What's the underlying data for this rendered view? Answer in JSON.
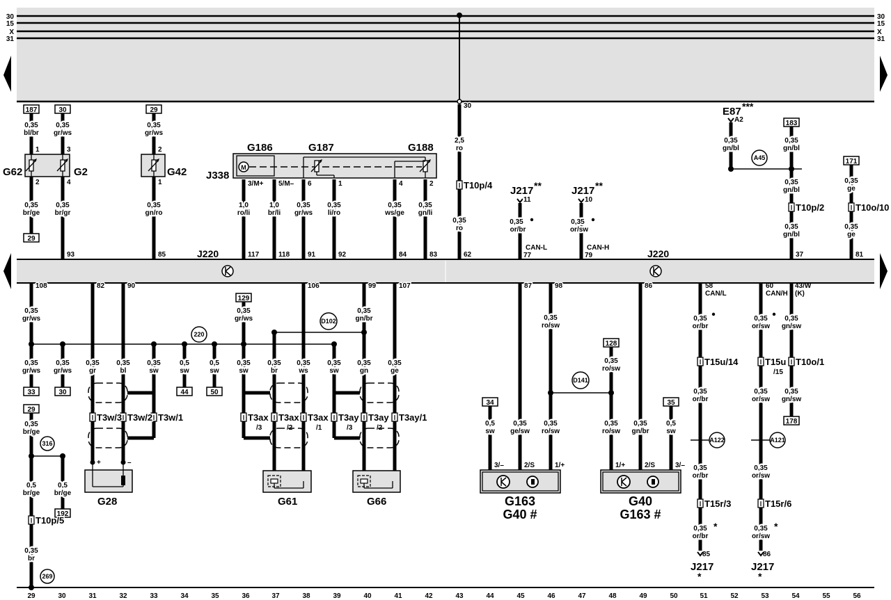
{
  "diagram": {
    "bus_terminals": [
      "30",
      "15",
      "X",
      "31"
    ],
    "column_numbers": [
      "29",
      "30",
      "31",
      "32",
      "33",
      "34",
      "35",
      "36",
      "37",
      "38",
      "39",
      "40",
      "41",
      "42",
      "43",
      "44",
      "45",
      "46",
      "47",
      "48",
      "49",
      "50",
      "51",
      "52",
      "53",
      "54",
      "55",
      "56"
    ],
    "control_unit": "J220",
    "colors": {
      "wire": "#000000",
      "panel": "#e1e1e1",
      "background": "#ffffff"
    }
  },
  "components": {
    "G62": "G62",
    "G2": "G2",
    "G42": "G42",
    "J338": "J338",
    "G186": "G186",
    "G187": "G187",
    "G188": "G188",
    "motor": "M",
    "E87": "E87",
    "E87_note": "***",
    "J217_a": "J217",
    "J217_a_note": "**",
    "J217_b": "J217",
    "J217_b_note": "**",
    "G28": "G28",
    "G61": "G61",
    "G66": "G66",
    "G163": "G163",
    "G163_alt": "G40 #",
    "G40": "G40",
    "G40_alt": "G163 #",
    "J217_c": "J217",
    "J217_c_note": "*",
    "J217_d": "J217",
    "J217_d_note": "*"
  },
  "top": {
    "c29": {
      "ref": "187",
      "size": "0,35",
      "color": "bl/br",
      "pin1": "1",
      "pin2": "2",
      "size2": "0,35",
      "color2": "br/ge",
      "ref2": "29"
    },
    "c30": {
      "ref": "30",
      "size": "0,35",
      "color": "gr/ws",
      "pin1": "3",
      "pin2": "4",
      "size2": "0,35",
      "color2": "br/gr",
      "pin3": "93"
    },
    "c33": {
      "ref": "29",
      "size": "0,35",
      "color": "gr/ws",
      "pin1": "2",
      "pin2": "1",
      "size2": "0,35",
      "color2": "gn/ro",
      "pin3": "85"
    },
    "c36": {
      "pin1": "3/M+",
      "size": "1,0",
      "color": "ro/li",
      "pin3": "117"
    },
    "c37": {
      "pin1": "5/M–",
      "size": "1,0",
      "color": "br/li",
      "pin3": "118"
    },
    "c38": {
      "pin1": "6",
      "size": "0,35",
      "color": "gr/ws",
      "pin3": "91"
    },
    "c39": {
      "pin1": "1",
      "size": "0,35",
      "color": "li/ro",
      "pin3": "92"
    },
    "c41": {
      "pin1": "4",
      "size": "0,35",
      "color": "ws/ge",
      "pin3": "84"
    },
    "c42": {
      "pin1": "2",
      "size": "0,35",
      "color": "gn/li",
      "pin3": "83"
    },
    "c43": {
      "pin1": "30",
      "size": "2,5",
      "color": "ro",
      "conn": "T10p/4",
      "size2": "0,35",
      "color2": "ro",
      "pin3": "62"
    },
    "c45": {
      "pin1": "11",
      "size": "0,35",
      "color": "or/br",
      "signal": "CAN-L",
      "pin3": "77"
    },
    "c47": {
      "pin1": "10",
      "size": "0,35",
      "color": "or/sw",
      "signal": "CAN-H",
      "pin3": "79"
    },
    "c51": {
      "pin1": "A2",
      "size": "0,35",
      "color": "gn/bl"
    },
    "splice_a45": "A45",
    "c54": {
      "ref": "183",
      "size": "0,35",
      "color": "gn/bl",
      "size2": "0,35",
      "color2": "gn/bl",
      "conn": "T10p/2",
      "size3": "0,35",
      "color3": "gn/bl",
      "pin3": "37"
    },
    "c56": {
      "ref": "171",
      "size": "0,35",
      "color": "ge",
      "conn": "T10o/10",
      "size2": "0,35",
      "color2": "ge",
      "pin3": "81"
    }
  },
  "bottom": {
    "c29": {
      "pin": "108",
      "size": "0,35",
      "color": "gr/ws",
      "size2": "0,35",
      "color2": "gr/ws",
      "ref": "33",
      "ref2": "29",
      "size3": "0,35",
      "color3": "br/ge",
      "splice": "316",
      "size4": "0,5",
      "color4": "br/ge",
      "conn": "T10p/5",
      "size5": "0,35",
      "color5": "br",
      "ground": "269"
    },
    "c30": {
      "size": "0,35",
      "color": "gr/ws",
      "ref": "30",
      "size2": "0,5",
      "color2": "br/ge",
      "ref2": "192"
    },
    "c31": {
      "pin": "82",
      "size": "0,35",
      "color": "gr",
      "conn": "T3w/3",
      "term": "+"
    },
    "c32": {
      "pin": "90",
      "size": "0,35",
      "color": "bl",
      "conn": "T3w/2",
      "term": "–"
    },
    "c33": {
      "size": "0,35",
      "color": "sw",
      "conn": "T3w/1"
    },
    "c34": {
      "size": "0,5",
      "color": "sw",
      "ref": "44"
    },
    "c35": {
      "size": "0,5",
      "color": "sw",
      "ref": "50"
    },
    "splice_220": "220",
    "c36": {
      "ref": "129",
      "size": "0,35",
      "color": "gr/ws",
      "size2": "0,35",
      "color2": "sw",
      "conn": "T3ax",
      "conn_pin": "/3"
    },
    "c37": {
      "size": "0,35",
      "color": "br",
      "conn": "T3ax",
      "conn_pin": "/2"
    },
    "c38": {
      "pin": "106",
      "size": "0,35",
      "color": "ws",
      "conn": "T3ax",
      "conn_pin": "/1"
    },
    "c39": {
      "size": "0,35",
      "color": "sw",
      "conn": "T3ay",
      "conn_pin": "/3"
    },
    "c40": {
      "pin": "99",
      "size": "0,35",
      "color": "gn/br",
      "size2": "0,35",
      "color2": "gn",
      "conn": "T3ay",
      "conn_pin": "/2"
    },
    "c41": {
      "pin": "107",
      "size": "0,35",
      "color": "ge",
      "conn": "T3ay/1"
    },
    "splice_d102": "D102",
    "c44": {
      "ref": "34",
      "size": "0,5",
      "color": "sw",
      "term": "3/–"
    },
    "c45": {
      "pin": "87",
      "size": "0,35",
      "color": "ge/sw",
      "term": "2/S"
    },
    "c46": {
      "pin": "98",
      "size": "0,35",
      "color": "ro/sw",
      "size2": "0,35",
      "color2": "ro/sw",
      "term": "1/+"
    },
    "splice_d141": "D141",
    "c48": {
      "ref": "128",
      "size": "0,35",
      "color": "ro/sw",
      "size2": "0,35",
      "color2": "ro/sw",
      "term": "1/+"
    },
    "c49": {
      "pin": "86",
      "size": "0,35",
      "color": "gn/br",
      "term": "2/S"
    },
    "c50": {
      "ref": "35",
      "size": "0,5",
      "color": "sw",
      "term": "3/–"
    },
    "c51": {
      "pin": "58",
      "signal": "CAN/L",
      "size": "0,35",
      "color": "or/br",
      "conn": "T15u/14",
      "size2": "0,35",
      "color2": "or/br",
      "splice": "A122",
      "size3": "0,35",
      "color3": "or/br",
      "conn2": "T15r/3",
      "size4": "0,35",
      "color4": "or/br",
      "mark": "*",
      "pin2": "85"
    },
    "c53": {
      "pin": "60",
      "signal": "CAN/H",
      "size": "0,35",
      "color": "or/sw",
      "conn": "T15u",
      "conn_pin": "/15",
      "size2": "0,35",
      "color2": "or/sw",
      "splice": "A121",
      "size3": "0,35",
      "color3": "or/sw",
      "conn2": "T15r/6",
      "size4": "0,35",
      "color4": "or/sw",
      "mark": "*",
      "pin2": "86"
    },
    "c54": {
      "pin": "43/W",
      "signal": "(K)",
      "size": "0,35",
      "color": "gn/sw",
      "conn": "T10o/1",
      "size2": "0,35",
      "color2": "gn/sw",
      "ref": "178"
    }
  }
}
